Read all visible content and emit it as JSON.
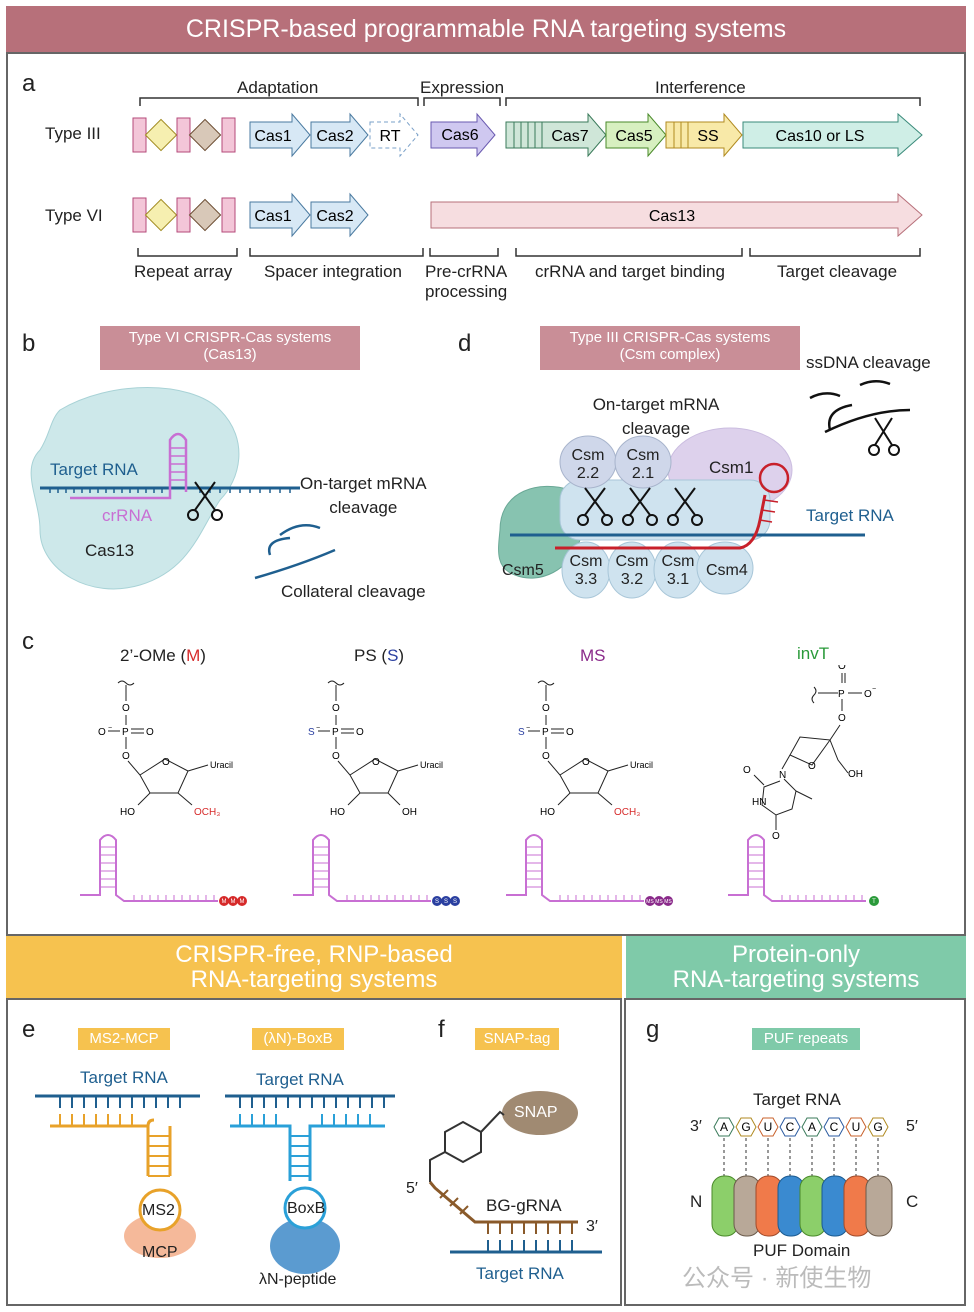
{
  "headers": {
    "top": "CRISPR-based programmable RNA targeting systems",
    "crispr_free_line1": "CRISPR-free, RNP-based",
    "crispr_free_line2": "RNA-targeting systems",
    "protein_only_line1": "Protein-only",
    "protein_only_line2": "RNA-targeting systems"
  },
  "panel_a": {
    "letter": "a",
    "stages": [
      "Adaptation",
      "Expression",
      "Interference"
    ],
    "rows": [
      {
        "type": "Type III",
        "genes": [
          "Cas1",
          "Cas2",
          "RT",
          "Cas6",
          "Cas7",
          "Cas5",
          "SS",
          "Cas10 or LS"
        ]
      },
      {
        "type": "Type VI",
        "genes": [
          "Cas1",
          "Cas2",
          "Cas13"
        ]
      }
    ],
    "functions": [
      "Repeat array",
      "Spacer integration",
      "Pre-crRNA",
      "processing",
      "crRNA and target binding",
      "Target cleavage"
    ]
  },
  "panel_b": {
    "letter": "b",
    "tag_line1": "Type VI CRISPR-Cas systems",
    "tag_line2": "(Cas13)",
    "target_rna": "Target RNA",
    "crrna": "crRNA",
    "protein": "Cas13",
    "on_target_line1": "On-target mRNA",
    "on_target_line2": "cleavage",
    "collateral": "Collateral cleavage"
  },
  "panel_d": {
    "letter": "d",
    "tag_line1": "Type III CRISPR-Cas systems",
    "tag_line2": "(Csm complex)",
    "ssdna": "ssDNA cleavage",
    "on_target_line1": "On-target mRNA",
    "on_target_line2": "cleavage",
    "target_rna": "Target RNA",
    "subunits": [
      {
        "line1": "Csm",
        "line2": "2.2"
      },
      {
        "line1": "Csm",
        "line2": "2.1"
      },
      {
        "line1": "Csm1",
        "line2": ""
      },
      {
        "line1": "Csm5",
        "line2": ""
      },
      {
        "line1": "Csm",
        "line2": "3.3"
      },
      {
        "line1": "Csm",
        "line2": "3.2"
      },
      {
        "line1": "Csm",
        "line2": "3.1"
      },
      {
        "line1": "Csm4",
        "line2": ""
      }
    ]
  },
  "panel_c": {
    "letter": "c",
    "modifications": [
      {
        "pre": "2’-OMe (",
        "key": "M",
        "post": ")",
        "key_color": "#d62a2a"
      },
      {
        "pre": "PS (",
        "key": "S",
        "post": ")",
        "key_color": "#2a3fa0"
      },
      {
        "pre": "",
        "key": "MS",
        "post": "",
        "key_color": "#8a2a8a"
      },
      {
        "pre": "",
        "key": "invT",
        "post": "",
        "key_color": "#2a9a3a"
      }
    ],
    "atoms": {
      "o": "O",
      "p": "P",
      "s": "S",
      "uracil": "Uracil",
      "ho": "HO",
      "oh": "OH",
      "och3": "OCH₃",
      "hn": "HN",
      "n": "N",
      "minus": "−"
    },
    "end_marks": [
      {
        "letters": [
          "M",
          "M",
          "M"
        ],
        "colors": [
          "#d62a2a",
          "#d62a2a",
          "#d62a2a"
        ]
      },
      {
        "letters": [
          "S",
          "S",
          "S"
        ],
        "colors": [
          "#2a3fa0",
          "#2a3fa0",
          "#2a3fa0"
        ]
      },
      {
        "letters": [
          "MS",
          "MS",
          "MS"
        ],
        "colors": [
          "#8a2a8a",
          "#8a2a8a",
          "#8a2a8a"
        ]
      },
      {
        "letters": [
          "T"
        ],
        "colors": [
          "#2a9a3a"
        ]
      }
    ]
  },
  "panel_e": {
    "letter": "e",
    "left_tag": "MS2-MCP",
    "right_tag": "(λN)-BoxB",
    "target_rna": "Target RNA",
    "ms2": "MS2",
    "mcp": "MCP",
    "boxb": "BoxB",
    "peptide": "λN-peptide"
  },
  "panel_f": {
    "letter": "f",
    "tag": "SNAP-tag",
    "snap": "SNAP",
    "five_prime": "5′",
    "three_prime": "3′",
    "bg_grna": "BG-gRNA",
    "target_rna": "Target RNA"
  },
  "panel_g": {
    "letter": "g",
    "tag": "PUF repeats",
    "target_rna": "Target RNA",
    "three_prime": "3′",
    "five_prime": "5′",
    "bases": [
      "A",
      "G",
      "U",
      "C",
      "A",
      "C",
      "U",
      "G"
    ],
    "n": "N",
    "c": "C",
    "domain": "PUF Domain"
  },
  "watermark": "公众号 · 新使生物",
  "colors": {
    "header_top": "#b7707a",
    "header_free": "#f6c24f",
    "header_protein": "#7fcaa9",
    "rna_blue": "#1f5f8f",
    "crrna_purple": "#c86fd3",
    "csm_red": "#c8202a",
    "ms2_orange": "#e8a22a",
    "boxb_blue": "#2aa0d8",
    "bg_brown": "#8a5a2a"
  }
}
